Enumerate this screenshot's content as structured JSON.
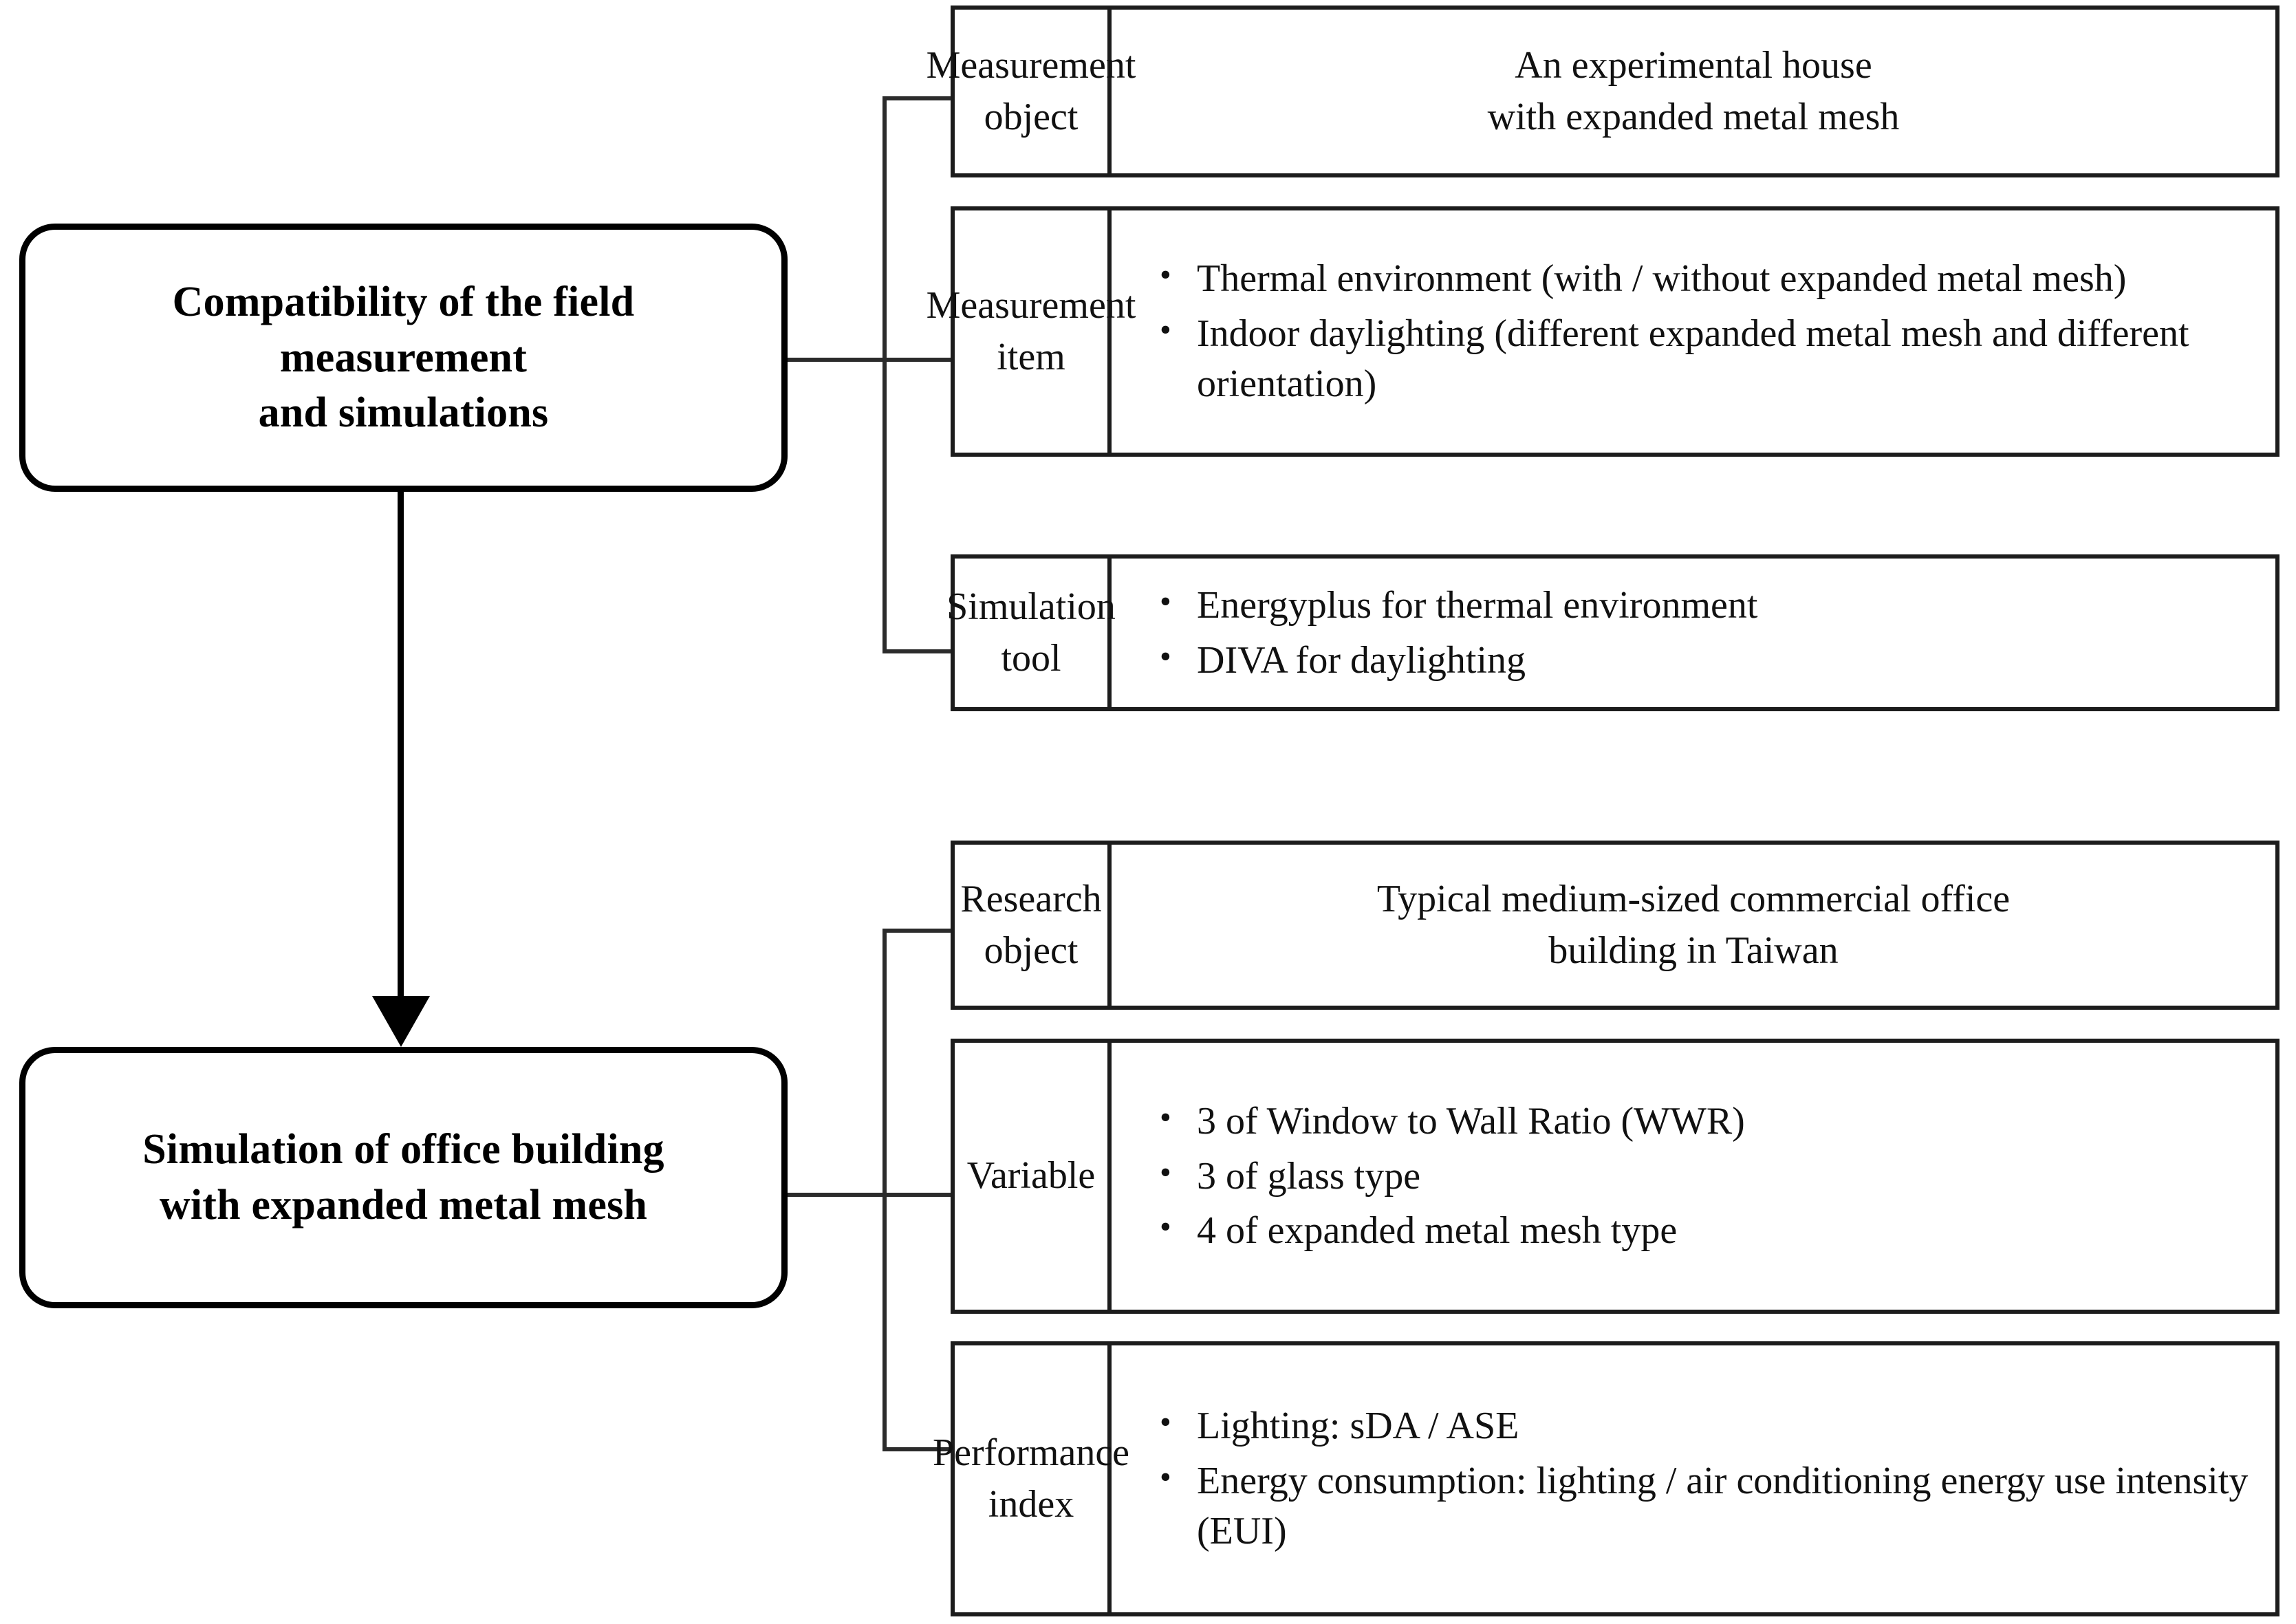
{
  "diagram": {
    "title": "Research framework flow diagram",
    "accent_color": "#000000",
    "line_color": "#2b2b2b",
    "background_color": "#ffffff"
  },
  "nodes": [
    {
      "id": "node-top",
      "label": "Compatibility of the field\nmeasurement\nand simulations"
    },
    {
      "id": "node-bottom",
      "label": "Simulation of office building\nwith expanded metal mesh"
    }
  ],
  "top_table": {
    "rows": [
      {
        "label": "Measurement\nobject",
        "type": "text",
        "text": "An experimental house\nwith expanded metal mesh"
      },
      {
        "label": "Measurement\nitem",
        "type": "bullets",
        "bullets": [
          "Thermal environment (with / without expanded metal mesh)",
          "Indoor daylighting (different expanded metal mesh and different orientation)"
        ]
      },
      {
        "label": "Simulation\ntool",
        "type": "bullets",
        "bullets": [
          "Energyplus for thermal environment",
          "DIVA for daylighting"
        ]
      }
    ]
  },
  "bottom_table": {
    "rows": [
      {
        "label": "Research\nobject",
        "type": "text",
        "text": "Typical medium-sized commercial office\nbuilding in Taiwan"
      },
      {
        "label": "Variable",
        "type": "bullets",
        "bullets": [
          "3 of Window to Wall Ratio (WWR)",
          "3 of glass type",
          "4 of expanded metal mesh type"
        ]
      },
      {
        "label": "Performance\nindex",
        "type": "bullets",
        "bullets": [
          "Lighting: sDA / ASE",
          "Energy consumption: lighting / air conditioning energy use intensity (EUI)"
        ]
      }
    ]
  }
}
